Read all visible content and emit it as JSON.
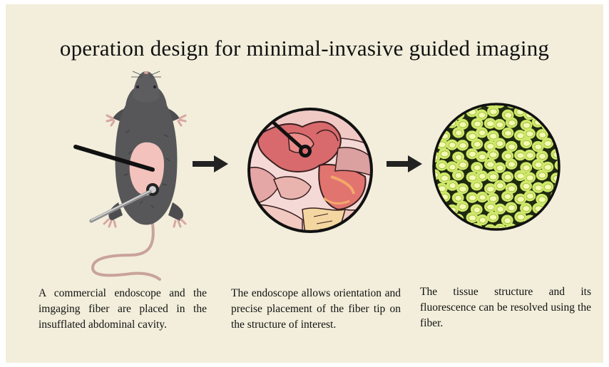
{
  "title": "operation design for minimal-invasive guided imaging",
  "steps": [
    {
      "caption": "A commercial endoscope and the imgaging fiber are placed in the insufflated abdominal cavity."
    },
    {
      "caption": "The endoscope allows orientation and precise placement of the fiber tip on the structure of interest."
    },
    {
      "caption": "The tissue structure and its fluorescence can be resolved using the fiber."
    }
  ],
  "colors": {
    "background": "#f2eedb",
    "mouse_fur": "#57575a",
    "abdomen": "#f3c2bc",
    "tissue_green": "#cfe86a",
    "arrow": "#222222"
  }
}
